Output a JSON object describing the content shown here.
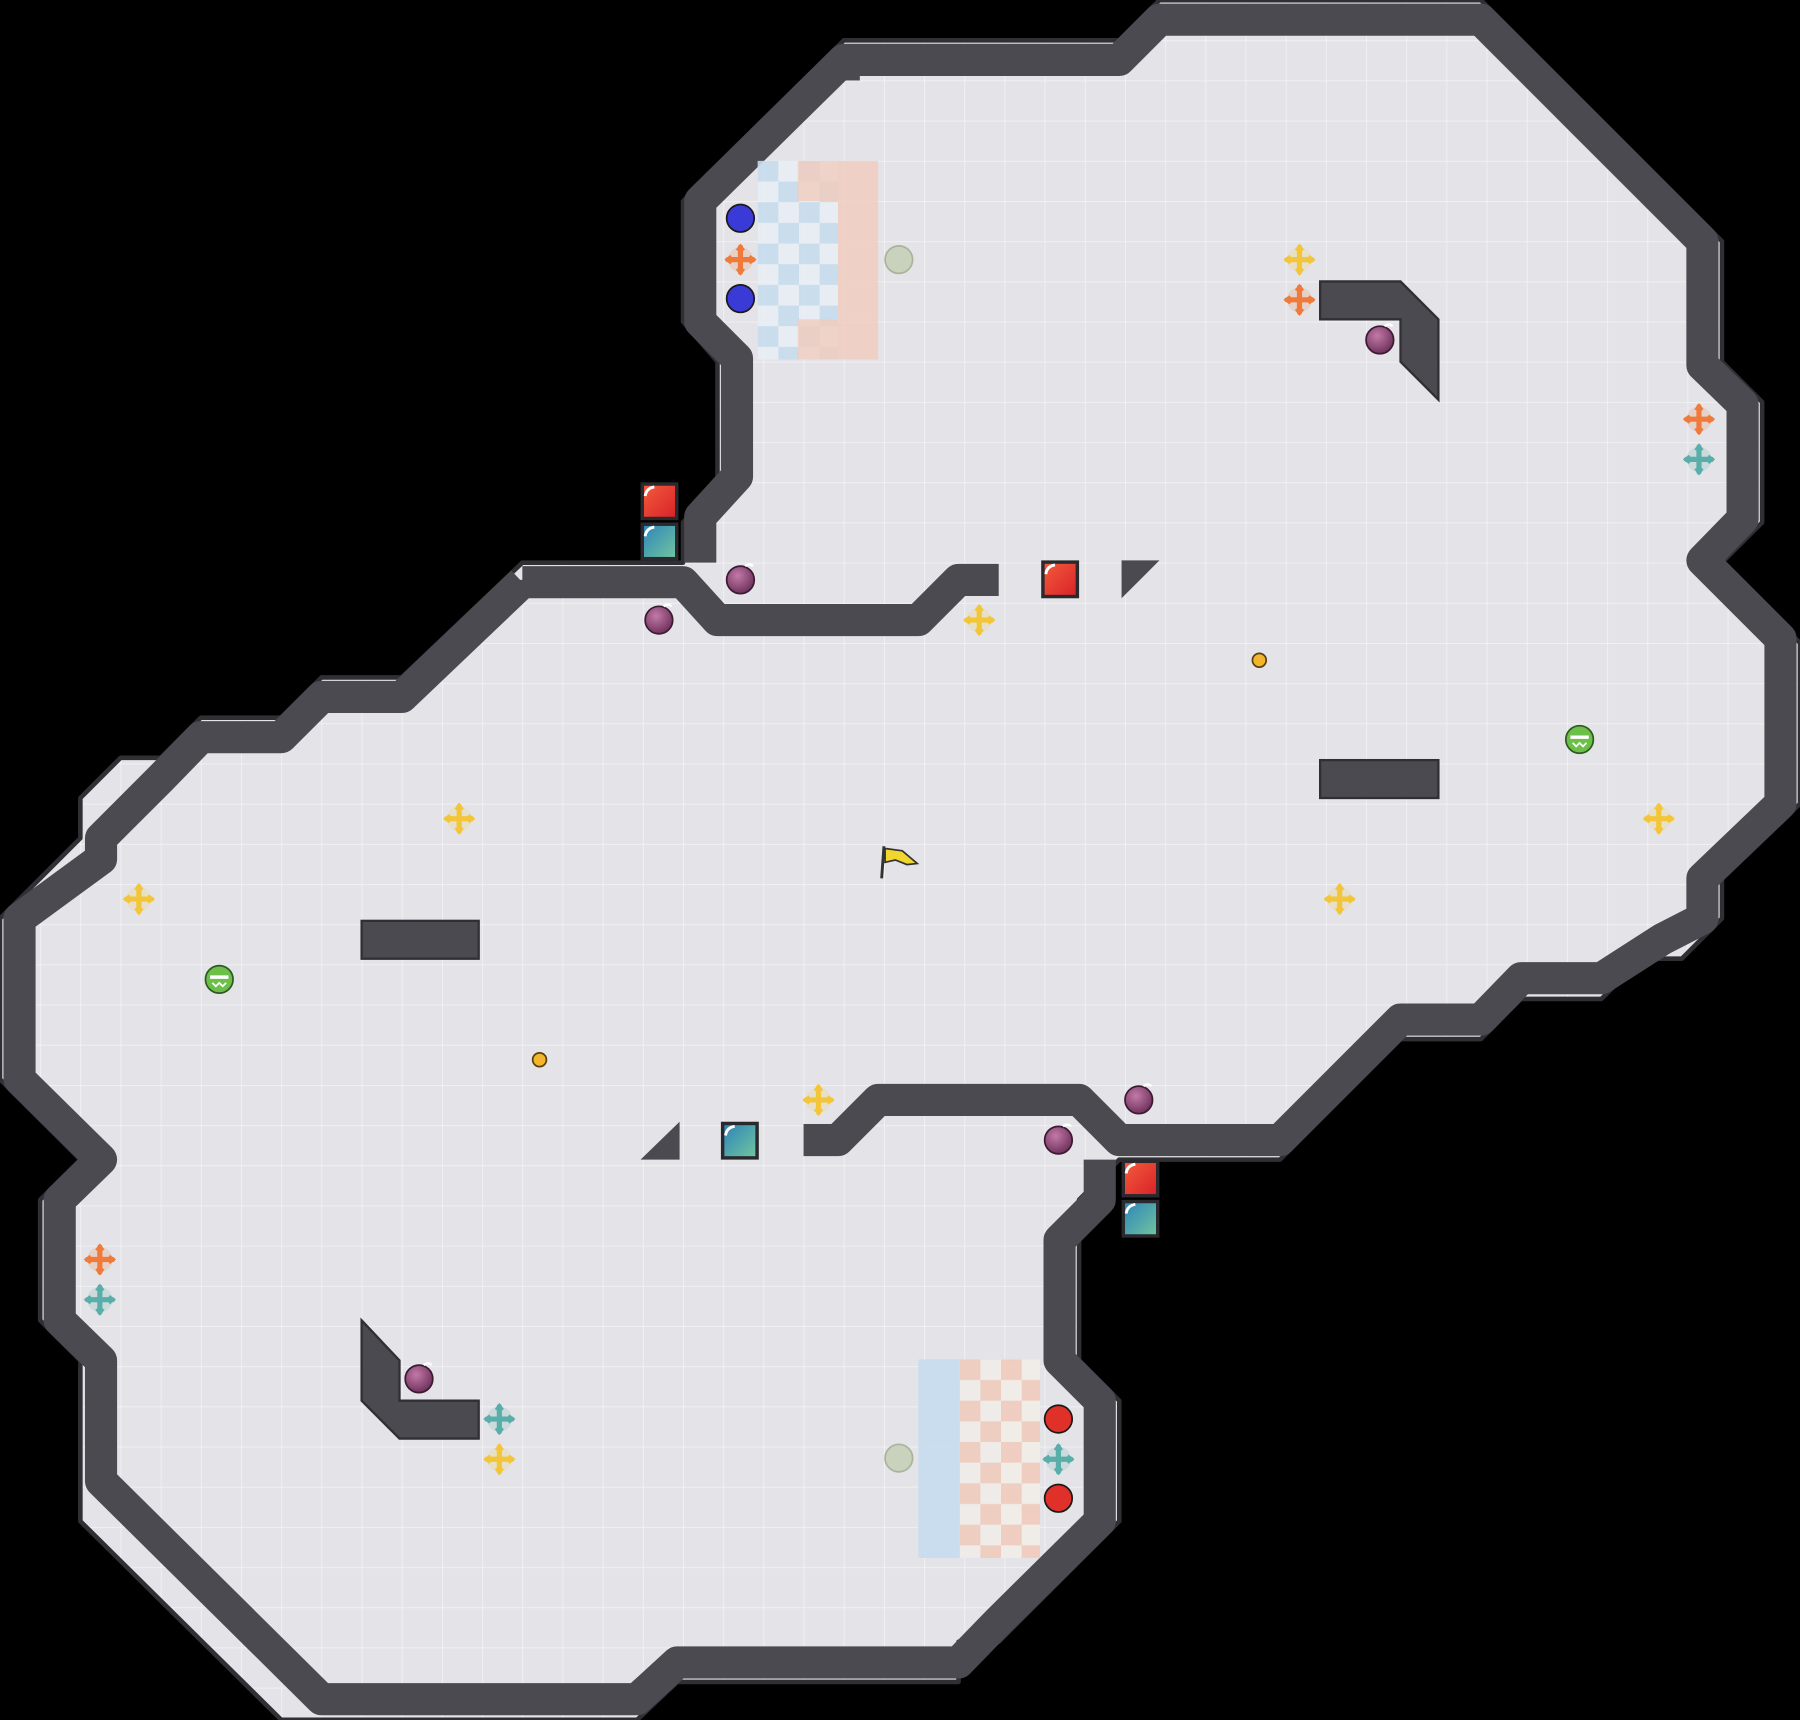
{
  "map": {
    "kind": "capture-the-flag arena",
    "background_color": "#000000",
    "floor_color": "#e4e4e8",
    "grid_line_color": "#f2f2f5",
    "wall_color": "#4a4a50",
    "wall_edge_color": "#2f2f34"
  },
  "bases": [
    {
      "team": "blue",
      "color": "#3a3ad6",
      "spawn_count": 2
    },
    {
      "team": "red",
      "color": "#e0302a",
      "spawn_count": 2
    }
  ],
  "pickups": {
    "powerup_colors": {
      "yellow": "#f3c63a",
      "orange": "#ef7a3a",
      "teal": "#5aaeaa"
    },
    "bomb_color": "#8a3f72",
    "boost_color": "#6cc04a",
    "neutral_tile_color": "#c9d2bc",
    "portal_dot_color": "#f3b52c"
  },
  "gates": {
    "red_gate_color": "#e8432e",
    "teal_gate_color": "#3f9aa6"
  },
  "flag": {
    "color": "#f1d630",
    "pole_color": "#333333"
  }
}
